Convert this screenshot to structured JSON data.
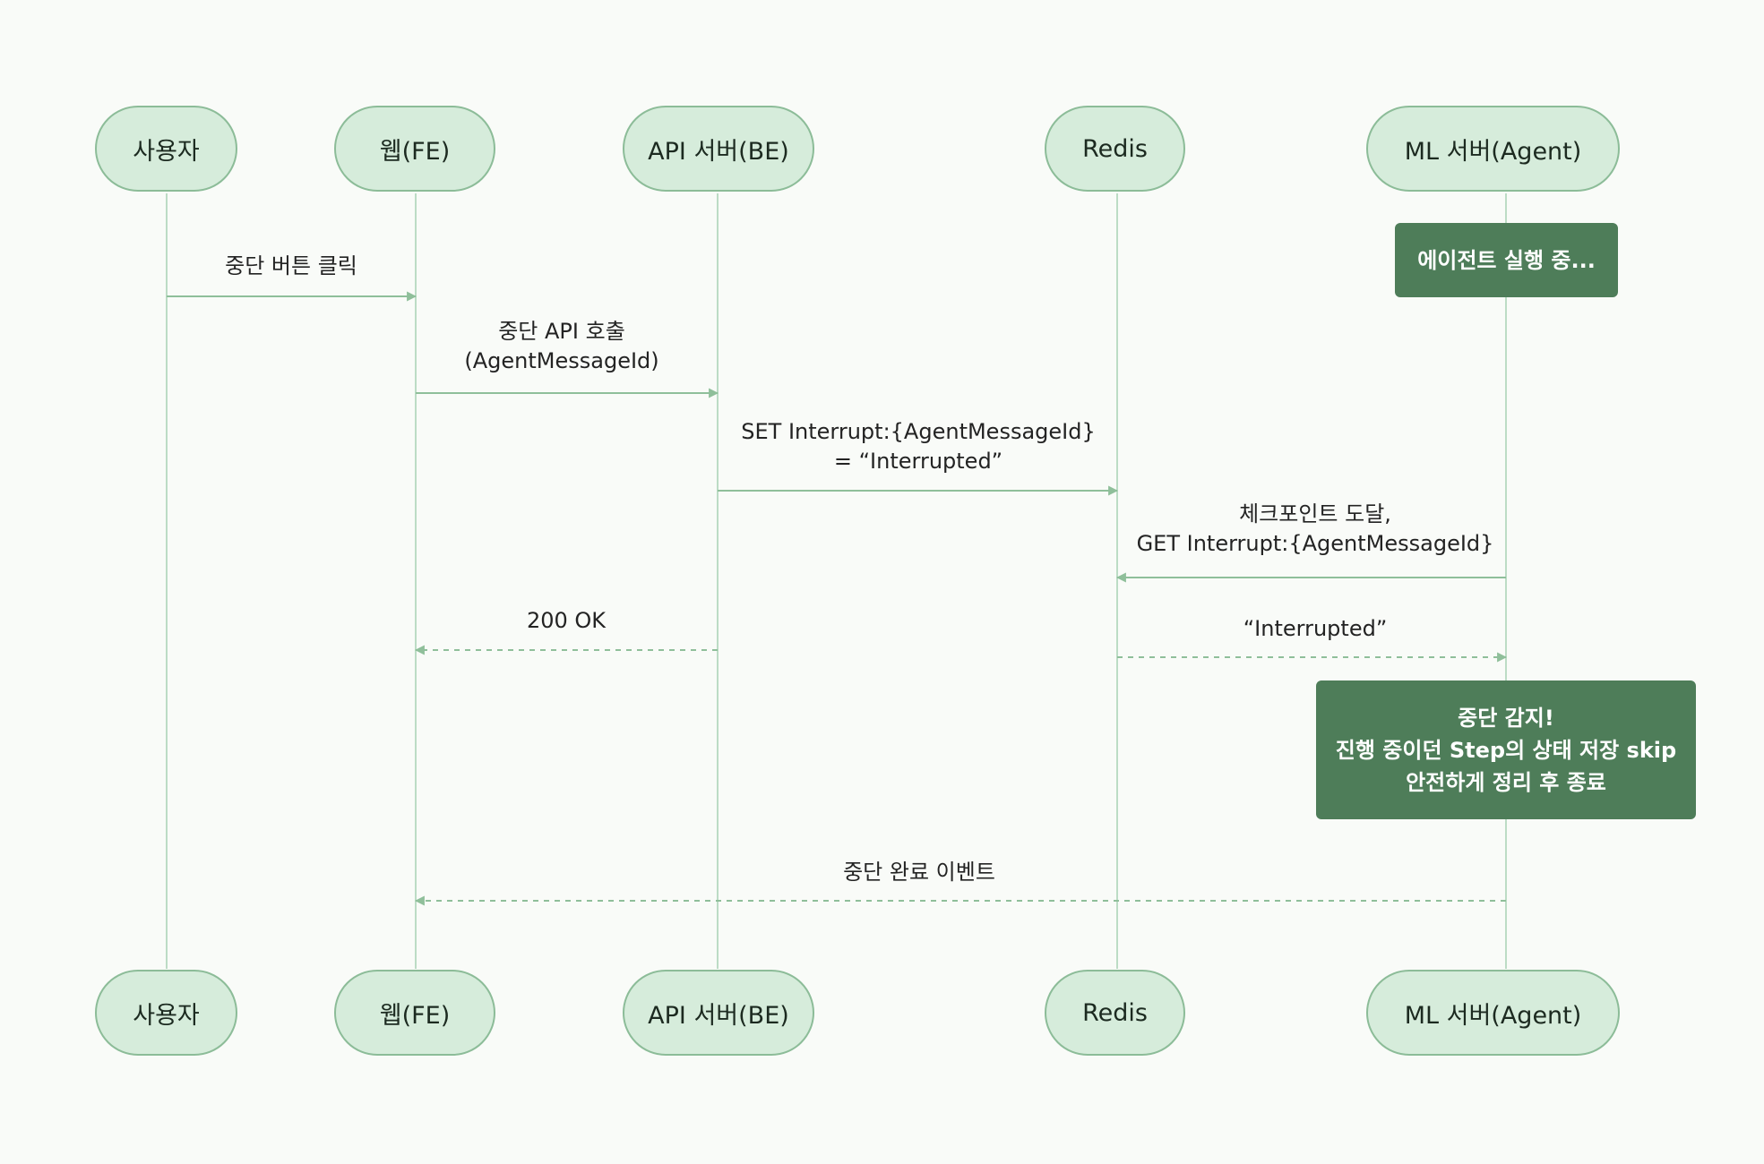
{
  "colors": {
    "background": "#f9fbf8",
    "actor_fill": "#d6ecdb",
    "actor_border": "#8cbc98",
    "lifeline": "#bcdcc5",
    "arrow": "#8fbf9a",
    "note_fill": "#4e7d59",
    "note_text": "#ffffff"
  },
  "participants": [
    {
      "id": "user",
      "label": "사용자"
    },
    {
      "id": "web",
      "label": "웹(FE)"
    },
    {
      "id": "api",
      "label": "API 서버(BE)"
    },
    {
      "id": "redis",
      "label": "Redis"
    },
    {
      "id": "ml",
      "label": "ML 서버(Agent)"
    }
  ],
  "messages": [
    {
      "from": "user",
      "to": "web",
      "style": "solid",
      "label": "중단 버튼 클릭"
    },
    {
      "from": "web",
      "to": "api",
      "style": "solid",
      "label": "중단 API 호출\n(AgentMessageId)"
    },
    {
      "from": "api",
      "to": "redis",
      "style": "solid",
      "label": "SET Interrupt:{AgentMessageId}\n= “Interrupted”"
    },
    {
      "from": "ml",
      "to": "redis",
      "style": "solid",
      "label": "체크포인트 도달,\nGET Interrupt:{AgentMessageId}"
    },
    {
      "from": "api",
      "to": "web",
      "style": "dashed",
      "label": "200 OK"
    },
    {
      "from": "redis",
      "to": "ml",
      "style": "dashed",
      "label": "“Interrupted”"
    },
    {
      "from": "ml",
      "to": "web",
      "style": "dashed",
      "label": "중단 완료 이벤트"
    }
  ],
  "notes": [
    {
      "over": "ml",
      "text": "에이전트 실행 중..."
    },
    {
      "over": "ml",
      "text": "중단 감지!\n진행 중이던 Step의 상태 저장 skip\n안전하게 정리 후 종료"
    }
  ]
}
